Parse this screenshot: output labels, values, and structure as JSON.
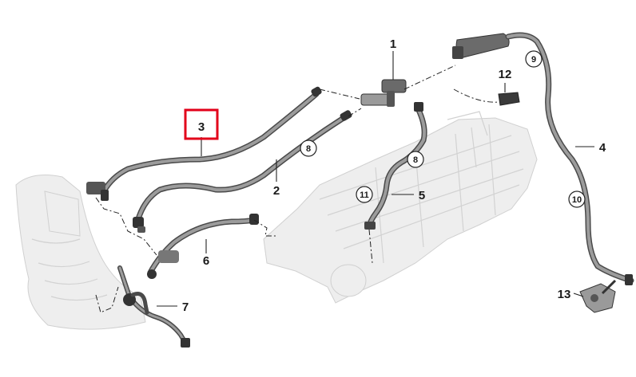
{
  "figure": {
    "callouts": [
      {
        "id": "1",
        "text": "1"
      },
      {
        "id": "2",
        "text": "2"
      },
      {
        "id": "3",
        "text": "3",
        "highlighted": true
      },
      {
        "id": "4",
        "text": "4"
      },
      {
        "id": "5",
        "text": "5"
      },
      {
        "id": "6",
        "text": "6"
      },
      {
        "id": "7",
        "text": "7"
      },
      {
        "id": "12",
        "text": "12"
      },
      {
        "id": "13",
        "text": "13"
      }
    ],
    "circled_refs": [
      {
        "id": "8a",
        "text": "8"
      },
      {
        "id": "8b",
        "text": "8"
      },
      {
        "id": "9",
        "text": "9"
      },
      {
        "id": "10",
        "text": "10"
      },
      {
        "id": "11",
        "text": "11"
      }
    ],
    "colors": {
      "highlight": "#e2001a",
      "hose": "#4a4a4a",
      "hose_fill": "#9c9c9c",
      "ghost_part": "#eeeeee",
      "line": "#222222"
    }
  }
}
